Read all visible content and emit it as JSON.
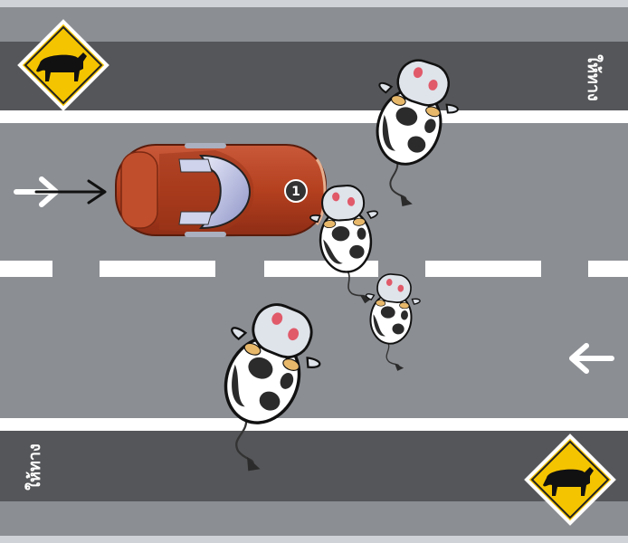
{
  "title": "",
  "road": {
    "yield_text_top": "ให้ทาง",
    "yield_text_bottom": "ให้ทาง",
    "car_badge": "1"
  },
  "signs": [
    {
      "name": "cattle-crossing-sign-top-left",
      "icon": "cow-icon"
    },
    {
      "name": "cattle-crossing-sign-bottom-right",
      "icon": "cow-icon"
    }
  ],
  "arrows": [
    {
      "name": "car-direction-arrow",
      "direction": "right",
      "color": "#111111"
    },
    {
      "name": "lane-arrow-right",
      "direction": "right",
      "color": "#ffffff"
    },
    {
      "name": "lane-arrow-left",
      "direction": "left",
      "color": "#ffffff"
    }
  ],
  "colors": {
    "road": "#8b8e93",
    "shoulder": "#555659",
    "line": "#ffffff",
    "sign": "#f5c400",
    "car": "#b8452a",
    "cow_body": "#ffffff",
    "cow_patch": "#2b2b2b"
  },
  "cows_count": 4
}
